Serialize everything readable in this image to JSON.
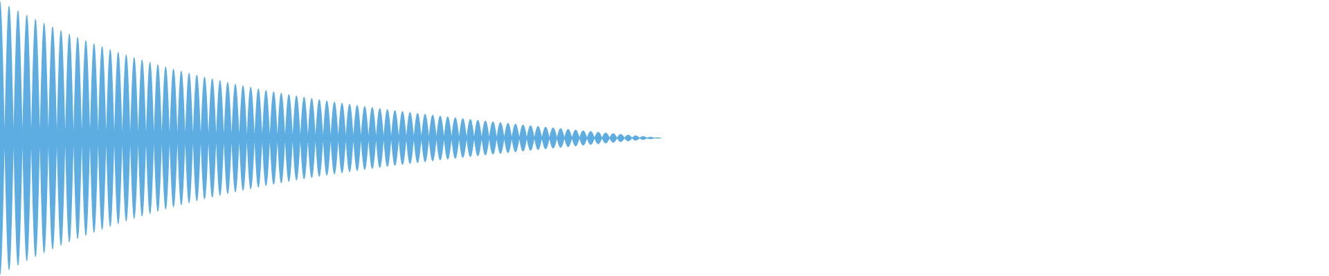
{
  "waveform": {
    "color": "#5dade2",
    "background": "#ffffff",
    "envelope": "exponential-decay",
    "peak_amplitude": 1.0,
    "audible_length_fraction": 0.5,
    "cycles_visible": 44
  }
}
